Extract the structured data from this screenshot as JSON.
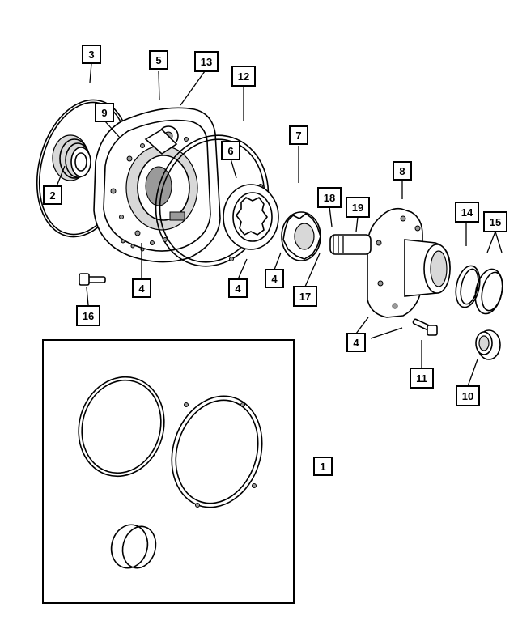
{
  "labels": {
    "l1": "1",
    "l2": "2",
    "l3": "3",
    "l4a": "4",
    "l4b": "4",
    "l4c": "4",
    "l4d": "4",
    "l5": "5",
    "l6": "6",
    "l7": "7",
    "l8": "8",
    "l9": "9",
    "l10": "10",
    "l11": "11",
    "l12": "12",
    "l13": "13",
    "l14": "14",
    "l15": "15",
    "l16": "16",
    "l17": "17",
    "l18": "18",
    "l19": "19"
  }
}
